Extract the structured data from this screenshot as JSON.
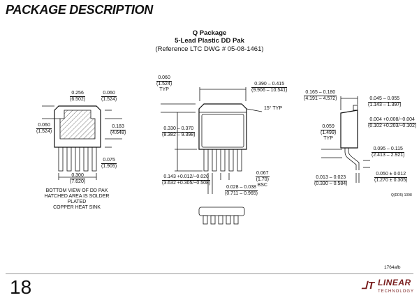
{
  "page": {
    "section_title": "PACKAGE DESCRIPTION",
    "page_number": "18",
    "doc_code": "1764afb"
  },
  "package": {
    "name": "Q Package",
    "type": "5-Lead Plastic DD Pak",
    "reference": "(Reference LTC DWG # 05-08-1461)",
    "drawing_id": "Q(DD5) 1098"
  },
  "bottom_view": {
    "dims": [
      {
        "in": "0.256",
        "mm": "(6.502)"
      },
      {
        "in": "0.060",
        "mm": "(1.524)"
      },
      {
        "in": "0.060",
        "mm": "(1.524)"
      },
      {
        "in": "0.183",
        "mm": "(4.648)"
      },
      {
        "in": "0.075",
        "mm": "(1.905)"
      },
      {
        "in": "0.300",
        "mm": "(7.620)"
      }
    ],
    "caption": [
      "BOTTOM VIEW OF DD PAK",
      "HATCHED AREA IS SOLDER PLATED",
      "COPPER HEAT SINK"
    ]
  },
  "top_view": {
    "dims": [
      {
        "in": "0.060",
        "mm": "(1.524)",
        "note": "TYP"
      },
      {
        "in": "0.390 – 0.415",
        "mm": "(9.906 – 10.541)"
      },
      {
        "in": "0.330 – 0.370",
        "mm": "(8.382 – 9.398)"
      },
      {
        "in": "0.143 +0.012/−0.020",
        "mm": "(3.632 +0.305/−0.508)"
      },
      {
        "in": "0.067",
        "mm": "(1.70)",
        "note": "BSC"
      },
      {
        "in": "0.028 – 0.038",
        "mm": "(0.711 – 0.965)"
      }
    ],
    "angle": "15° TYP"
  },
  "side_view": {
    "dims": [
      {
        "in": "0.165 – 0.180",
        "mm": "(4.191 – 4.572)"
      },
      {
        "in": "0.045 – 0.055",
        "mm": "(1.143 – 1.397)"
      },
      {
        "in": "0.004 +0.008/−0.004",
        "mm": "(0.102 +0.203/−0.102)"
      },
      {
        "in": "0.059",
        "mm": "(1.499)",
        "note": "TYP"
      },
      {
        "in": "0.095 – 0.115",
        "mm": "(2.413 – 2.921)"
      },
      {
        "in": "0.013 – 0.023",
        "mm": "(0.330 – 0.584)"
      },
      {
        "in": "0.050 ± 0.012",
        "mm": "(1.270 ± 0.305)"
      }
    ]
  },
  "logo": {
    "brand": "LINEAR",
    "sub": "TECHNOLOGY"
  }
}
